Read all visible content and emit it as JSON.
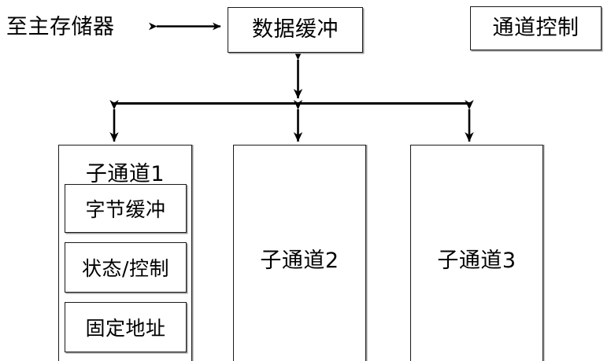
{
  "diagram": {
    "title_text": "至主存储器",
    "top_nodes": [
      {
        "id": "data-buffer",
        "label": "数据缓冲"
      },
      {
        "id": "channel-control",
        "label": "通道控制"
      }
    ],
    "subchannels": [
      {
        "id": "subchannel-1",
        "label": "子通道1",
        "components": [
          {
            "id": "byte-buffer",
            "label": "字节缓冲"
          },
          {
            "id": "status-control",
            "label": "状态/控制"
          },
          {
            "id": "fixed-address",
            "label": "固定地址"
          }
        ]
      },
      {
        "id": "subchannel-2",
        "label": "子通道2",
        "components": []
      },
      {
        "id": "subchannel-3",
        "label": "子通道3",
        "components": []
      }
    ],
    "connectors": [
      {
        "id": "memory-to-buffer",
        "kind": "bidirectional-horizontal-arrow"
      },
      {
        "id": "buffer-to-bus",
        "kind": "bidirectional-vertical-arrow"
      },
      {
        "id": "bus-to-subchannel-1",
        "kind": "bidirectional-vertical-arrow"
      },
      {
        "id": "bus-to-subchannel-2",
        "kind": "bidirectional-vertical-arrow"
      },
      {
        "id": "bus-to-subchannel-3",
        "kind": "bidirectional-vertical-arrow"
      },
      {
        "id": "horizontal-bus",
        "kind": "bus-line"
      }
    ],
    "colors": {
      "stroke": "#1a1a1a",
      "shadow": "#9a9a9a",
      "background": "#ffffff",
      "text": "#000000"
    }
  }
}
